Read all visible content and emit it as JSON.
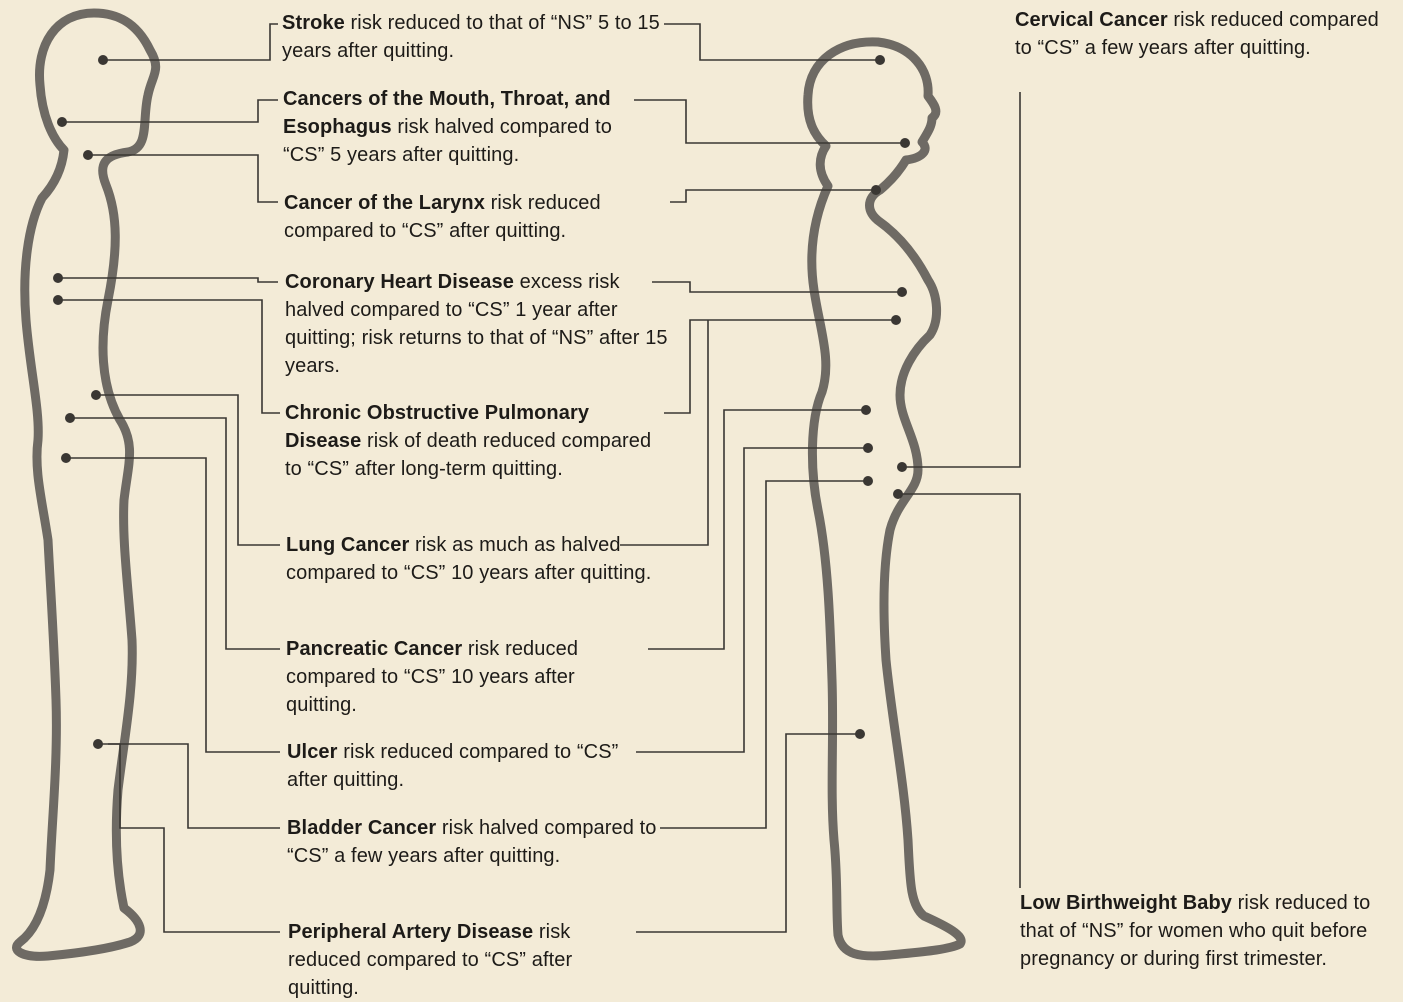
{
  "colors": {
    "paper": "#f3ebd7",
    "ink": "#1d1b18",
    "line": "#3a3733",
    "body_outline": "#6e6a64"
  },
  "annotations": [
    {
      "id": "stroke",
      "title": "Stroke",
      "text": " risk reduced to that of “NS” 5 to 15 years after quitting."
    },
    {
      "id": "mouth",
      "title": "Cancers of the Mouth, Throat, and Esophagus",
      "text": " risk halved compared to “CS” 5 years after quitting."
    },
    {
      "id": "larynx",
      "title": "Cancer of the Larynx",
      "text": " risk reduced compared to “CS” after quitting."
    },
    {
      "id": "heart",
      "title": "Coronary Heart Disease",
      "text": " excess risk halved compared to “CS” 1 year after quitting; risk returns to that of “NS” after 15 years."
    },
    {
      "id": "copd",
      "title": "Chronic Obstructive Pulmonary Disease",
      "text": " risk of death reduced compared to “CS” after long-term quitting."
    },
    {
      "id": "lung",
      "title": "Lung Cancer",
      "text": " risk as much as halved compared to “CS” 10 years after quitting."
    },
    {
      "id": "pancreatic",
      "title": "Pancreatic Cancer",
      "text": " risk reduced compared to “CS” 10 years after quitting."
    },
    {
      "id": "ulcer",
      "title": "Ulcer",
      "text": " risk reduced compared to “CS” after quitting."
    },
    {
      "id": "bladder",
      "title": "Bladder Cancer",
      "text": " risk halved compared to “CS” a few years after quitting."
    },
    {
      "id": "pad",
      "title": "Peripheral Artery Disease",
      "text": " risk reduced compared to “CS” after quitting."
    },
    {
      "id": "cervical",
      "title": "Cervical Cancer",
      "text": " risk reduced compared to “CS” a few years after quitting."
    },
    {
      "id": "birthweight",
      "title": "Low Birthweight Baby",
      "text": " risk reduced to that of “NS” for women who quit before pregnancy or during first trimester."
    }
  ]
}
